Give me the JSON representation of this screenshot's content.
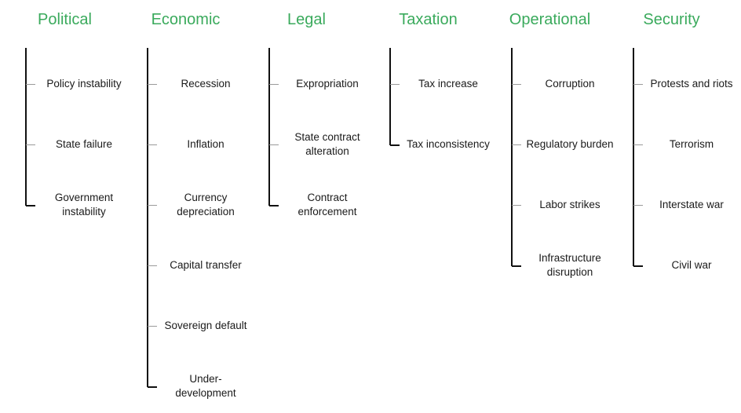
{
  "diagram": {
    "title_color": "#3aaa5c",
    "line_color": "#111111",
    "tick_color": "#9a9a9a",
    "columns": [
      {
        "title": "Political",
        "items": [
          "Policy instability",
          "State failure",
          "Government instability"
        ]
      },
      {
        "title": "Economic",
        "items": [
          "Recession",
          "Inflation",
          "Currency depreciation",
          "Capital transfer",
          "Sovereign default",
          "Under-development"
        ]
      },
      {
        "title": "Legal",
        "items": [
          "Expropriation",
          "State contract alteration",
          "Contract enforcement"
        ]
      },
      {
        "title": "Taxation",
        "items": [
          "Tax increase",
          "Tax inconsistency"
        ]
      },
      {
        "title": "Operational",
        "items": [
          "Corruption",
          "Regulatory burden",
          "Labor strikes",
          "Infrastructure disruption"
        ]
      },
      {
        "title": "Security",
        "items": [
          "Protests and riots",
          "Terrorism",
          "Interstate war",
          "Civil war"
        ]
      }
    ]
  }
}
